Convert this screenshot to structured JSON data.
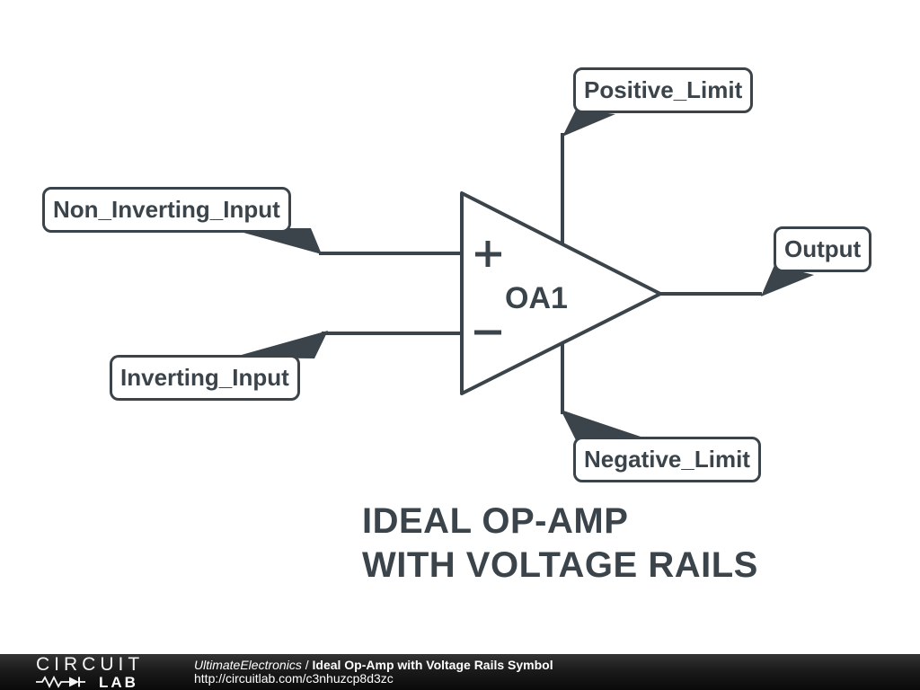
{
  "colors": {
    "ink": "#3a444a",
    "background": "#ffffff",
    "footer_bg_top": "#343434",
    "footer_bg_bottom": "#0a0a0a",
    "footer_text": "#ffffff"
  },
  "diagram": {
    "opamp": {
      "designator": "OA1"
    },
    "labels": {
      "positive_limit": "Positive_Limit",
      "non_inverting_input": "Non_Inverting_Input",
      "inverting_input": "Inverting_Input",
      "output": "Output",
      "negative_limit": "Negative_Limit"
    },
    "title_line1": "IDEAL OP-AMP",
    "title_line2": "WITH VOLTAGE RAILS"
  },
  "footer": {
    "logo_circuit": "CIRCUIT",
    "logo_lab": "LAB",
    "author": "UltimateElectronics",
    "separator": " / ",
    "doc_title": "Ideal Op-Amp with Voltage Rails Symbol",
    "url": "http://circuitlab.com/c3nhuzcp8d3zc"
  }
}
